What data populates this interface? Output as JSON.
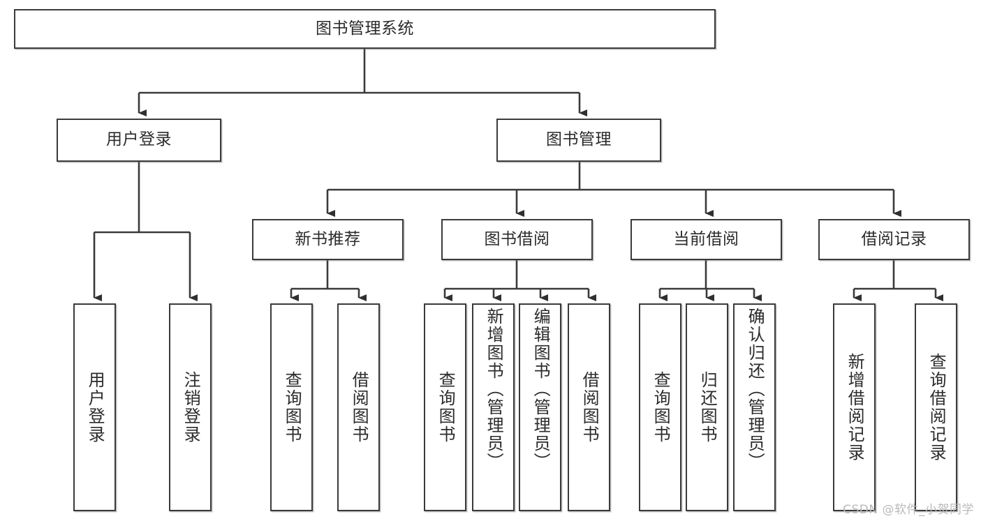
{
  "diagram": {
    "type": "tree",
    "title": "图书管理系统",
    "orientation": "top-down",
    "style": {
      "box_fill": "#ffffff",
      "box_stroke": "#3a3a3a",
      "edge_color": "#3a3a3a",
      "text_color": "#2b2b2b",
      "background": "#ffffff"
    },
    "nodes": {
      "root": {
        "label": "图书管理系统"
      },
      "level2": [
        {
          "label": "用户登录"
        },
        {
          "label": "图书管理"
        }
      ],
      "level3": [
        {
          "label": "新书推荐"
        },
        {
          "label": "图书借阅"
        },
        {
          "label": "当前借阅"
        },
        {
          "label": "借阅记录"
        }
      ],
      "leaves": {
        "user_login": [
          {
            "label": "用户登录"
          },
          {
            "label": "注销登录"
          }
        ],
        "new_book": [
          {
            "label": "查询图书"
          },
          {
            "label": "借阅图书"
          }
        ],
        "book_borrow": [
          {
            "label": "查询图书"
          },
          {
            "label": "新增图书（管理员）"
          },
          {
            "label": "编辑图书（管理员）"
          },
          {
            "label": "借阅图书"
          }
        ],
        "current_borrow": [
          {
            "label": "查询图书"
          },
          {
            "label": "归还图书"
          },
          {
            "label": "确认归还（管理员）"
          }
        ],
        "borrow_record": [
          {
            "label": "新增借阅记录"
          },
          {
            "label": "查询借阅记录"
          }
        ]
      }
    }
  },
  "watermark": {
    "text": "CSDN @软件_小贺同学"
  }
}
